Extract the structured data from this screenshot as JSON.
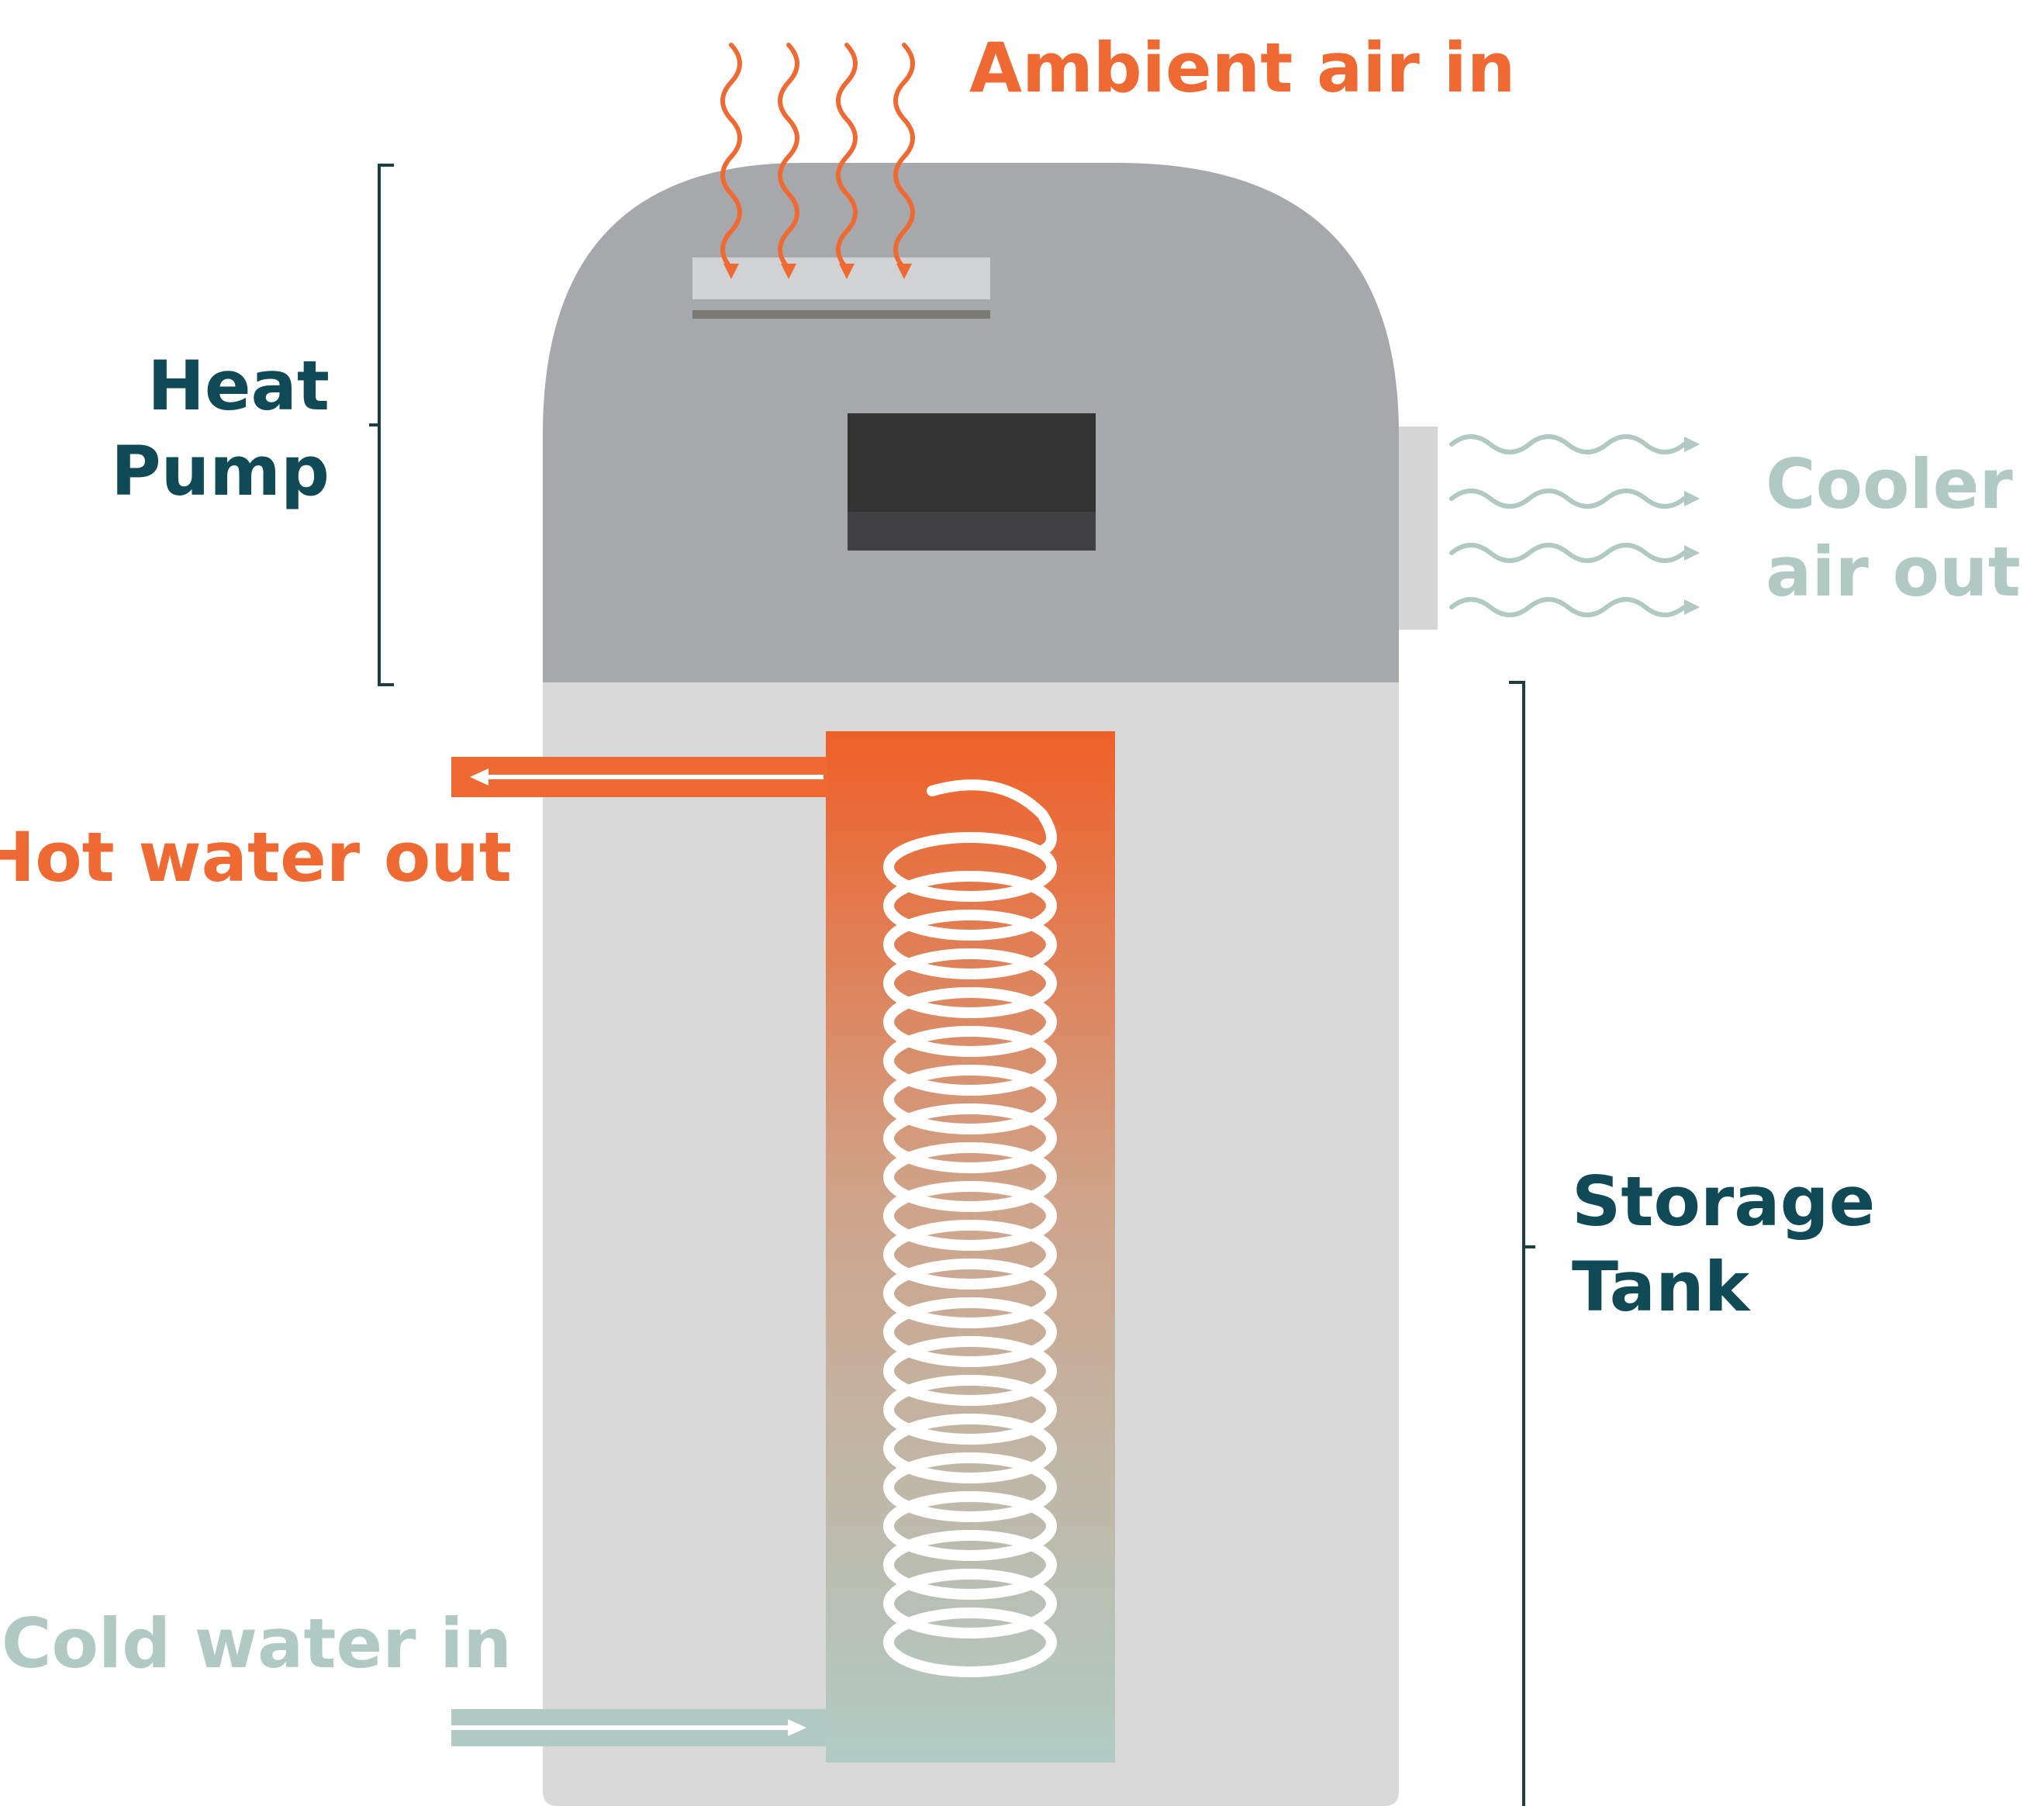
{
  "labels": {
    "ambient_air_in": "Ambient air in",
    "heat_pump_line1": "Heat",
    "heat_pump_line2": "Pump",
    "cooler_air_out_line1": "Cooler",
    "cooler_air_out_line2": "air out",
    "hot_water_out": "Hot water out",
    "cold_water_in": "Cold water in",
    "storage_tank_line1": "Storage",
    "storage_tank_line2": "Tank"
  },
  "colors": {
    "hot": "#ef6a33",
    "cool": "#b0c9c3",
    "label_dark": "#0f4a56",
    "heat_pump_body": "#a7a8ab",
    "tank_body": "#d9d9d9",
    "display_panel": "#333333",
    "display_panel_lower": "#414143",
    "intake_grille": "#d1d2d3",
    "intake_grille_line": "#7a7a72",
    "exhaust_vent": "#d6d6d6",
    "coil": "#ffffff"
  },
  "icons": {
    "ambient_air": "wavy-down-arrow-icon",
    "cooler_air": "wavy-right-arrow-icon",
    "hot_water": "left-arrow-icon",
    "cold_water": "right-arrow-icon",
    "coil": "heat-exchanger-coil-icon",
    "bracket": "bracket-icon"
  }
}
